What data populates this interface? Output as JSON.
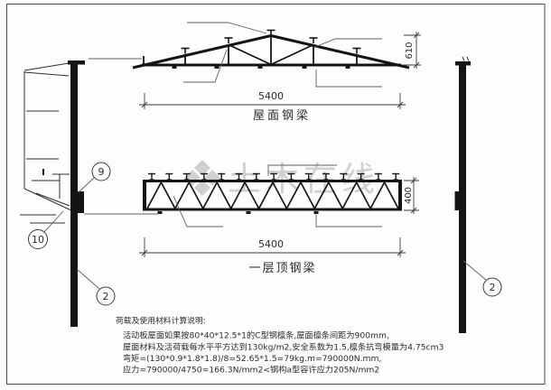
{
  "watermark": {
    "logo_icon": "diamond-logo",
    "text": "土木在线"
  },
  "roof_beam": {
    "label": "屋面钢梁",
    "span": "5400",
    "height": "610"
  },
  "floor_beam": {
    "label": "一层顶钢梁",
    "span": "5400",
    "height": "400"
  },
  "callouts": {
    "connection": "9",
    "bracket": "10",
    "left_column": "2",
    "right_column": "2"
  },
  "notes": {
    "title": "荷载及使用材料计算说明:",
    "lines": [
      "活动板屋面如果按80*40*12.5*1的C型钢檩条,屋面檩条间距为900mm,",
      "屋面材料及活荷载每水平平方达到130kg/m2,安全系数为1.5,檩条抗弯模量为4.75cm3",
      "弯矩=(130*0.9*1.8*1.8)/8=52.65*1.5=79kg.m=790000N.mm,",
      "应力=790000/4750=166.3N/mm2<钢构a型容许应力205N/mm2"
    ]
  }
}
